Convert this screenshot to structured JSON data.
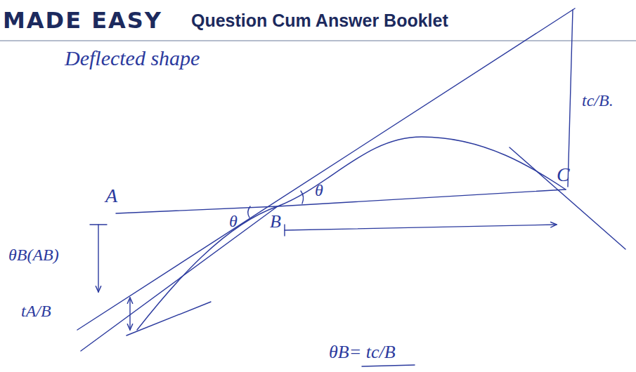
{
  "diagram": {
    "labels": [
      "MADE EASY",
      "Question Cum Answer Booklet",
      "Deflected shape",
      "A",
      "B",
      "C",
      "θ",
      "θ",
      "θB(AB)",
      "tA/B",
      "tc/B.",
      "θB= tc/B"
    ]
  }
}
